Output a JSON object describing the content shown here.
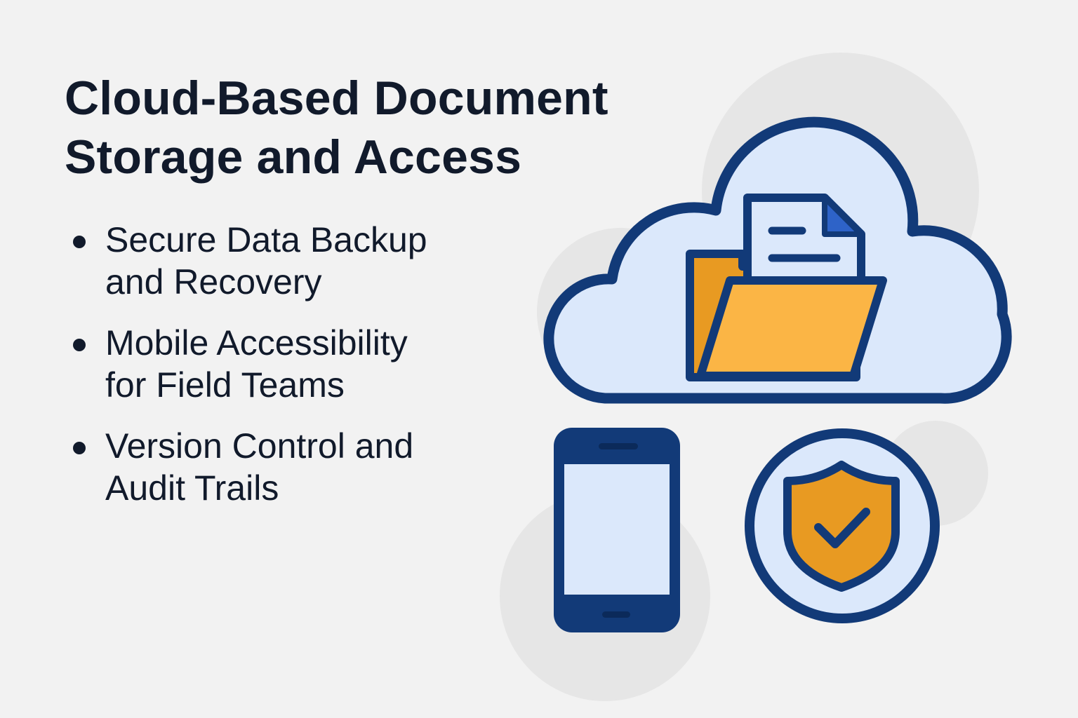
{
  "title": {
    "line1": "Cloud-Based Document",
    "line2": "Storage and Access"
  },
  "bullets": [
    {
      "line1": "Secure Data Backup",
      "line2": "and Recovery"
    },
    {
      "line1": "Mobile Accessibility",
      "line2": "for Field Teams"
    },
    {
      "line1": "Version Control and",
      "line2": "Audit Trails"
    }
  ],
  "icons": [
    "cloud-icon",
    "document-icon",
    "folder-icon",
    "smartphone-icon",
    "shield-check-icon"
  ],
  "colors": {
    "background": "#f2f2f2",
    "navy": "#123a78",
    "light_blue": "#dbe8fb",
    "orange": "#f5a623",
    "orange_dark": "#e89a22",
    "text": "#111a2b"
  }
}
